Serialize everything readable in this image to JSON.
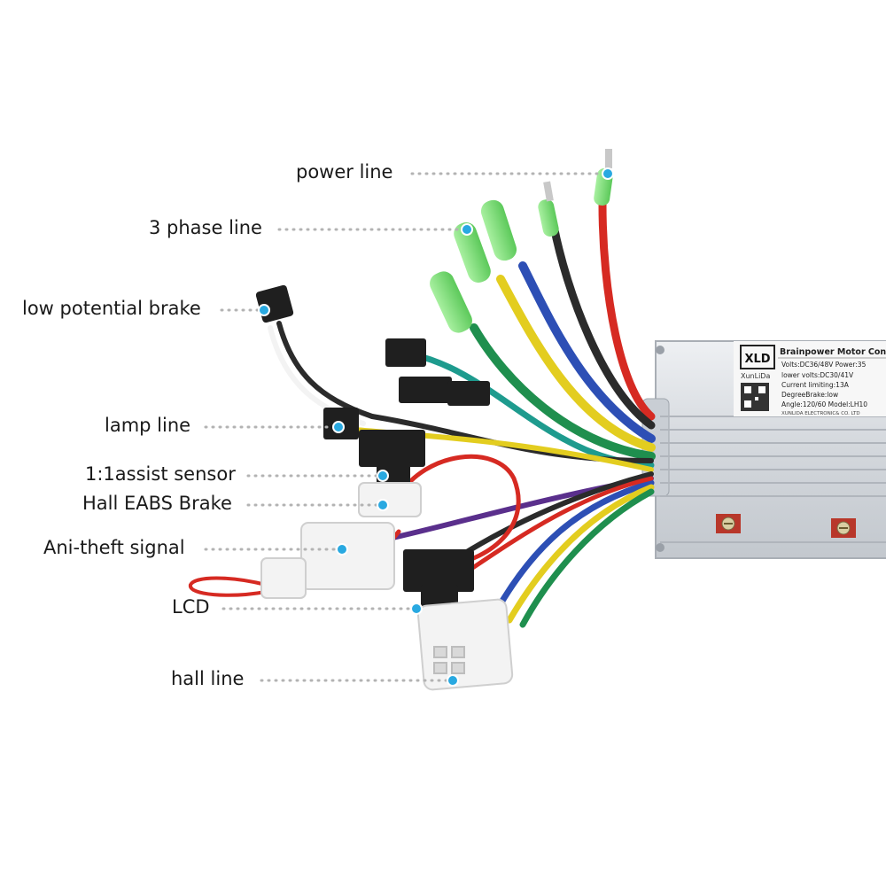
{
  "callouts": [
    {
      "id": "power-line",
      "text": "power line"
    },
    {
      "id": "3-phase-line",
      "text": "3 phase line"
    },
    {
      "id": "low-potential-brake",
      "text": "low potential brake"
    },
    {
      "id": "lamp-line",
      "text": "lamp line"
    },
    {
      "id": "assist-sensor",
      "text": "1:1assist sensor"
    },
    {
      "id": "hall-eabs-brake",
      "text": "Hall EABS Brake"
    },
    {
      "id": "anti-theft-signal",
      "text": "Ani-theft signal"
    },
    {
      "id": "lcd",
      "text": "LCD"
    },
    {
      "id": "hall-line",
      "text": "hall line"
    }
  ],
  "controller_label": {
    "logo": "XLD",
    "brand": "XunLiDa",
    "line1": "Brainpower Motor Cont",
    "line2": "Volts:DC36/48V  Power:35",
    "line3": "lower volts:DC30/41V",
    "line4": "Current limiting:13A",
    "line5": "DegreeBrake:low",
    "line6": "Angle:120/60  Model:LH10",
    "line7": "XUNLIDA ELECTRONIC& CO. LTD"
  },
  "colors": {
    "marker": "#29a9e1",
    "leader": "#b3b3b3",
    "red": "#d62a22",
    "black": "#2b2b2b",
    "blue": "#2d4fb5",
    "yellow": "#e3cd1f",
    "green": "#1f8f4e",
    "teal": "#1e9b8e",
    "purple": "#5a2f8c",
    "green_sleeve": "#7de07a",
    "housing": "#d9dde2"
  }
}
